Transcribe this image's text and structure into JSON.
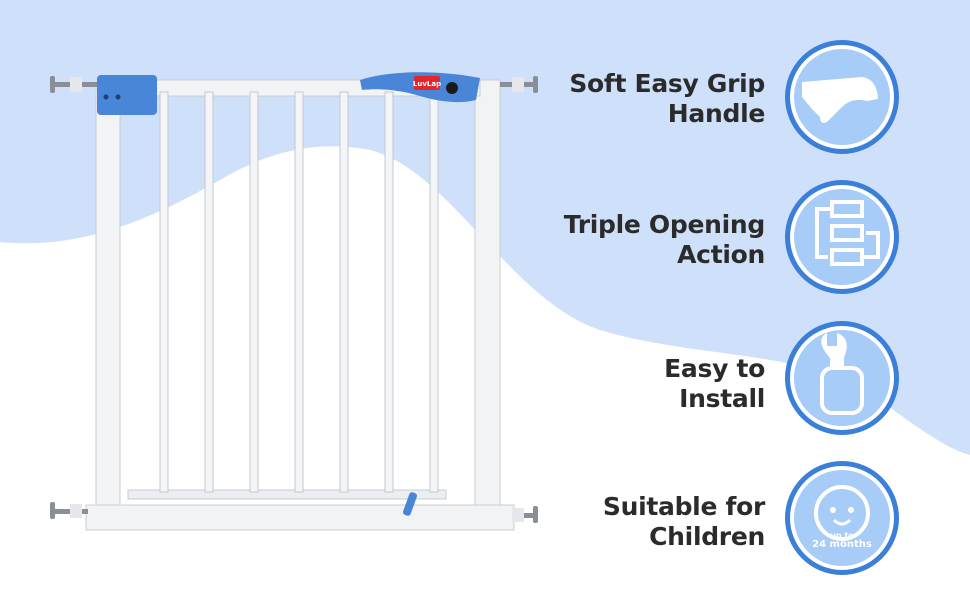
{
  "brand": "LuvLap",
  "features": [
    {
      "line1": "Soft Easy Grip",
      "line2": "Handle",
      "icon": "hand-grip-icon"
    },
    {
      "line1": "Triple Opening",
      "line2": "Action",
      "icon": "flow-arrows-icon"
    },
    {
      "line1": "Easy to",
      "line2": "Install",
      "icon": "wrench-fist-icon"
    },
    {
      "line1": "Suitable for",
      "line2": "Children",
      "icon": "baby-face-icon",
      "badge_small": "up to",
      "badge_big": "24 months"
    }
  ],
  "colors": {
    "bg_blue": "#cfe0fb",
    "ring": "#3b7fd8",
    "inner": "#a8ccf8",
    "handle": "#4a86d8",
    "brand_red": "#e3262c"
  }
}
